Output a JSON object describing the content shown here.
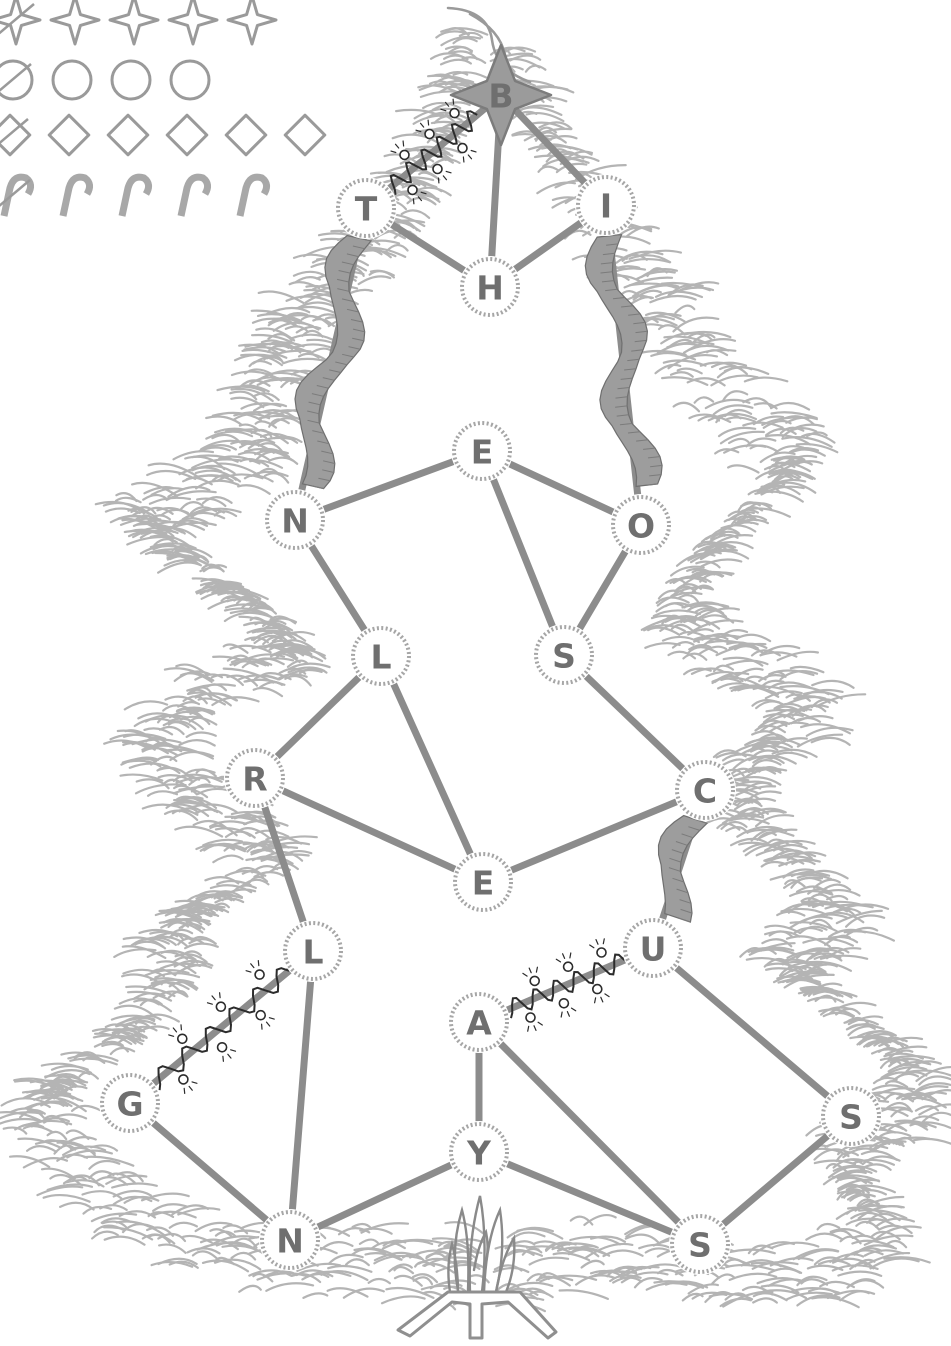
{
  "puzzle": {
    "nodes": [
      {
        "id": "B",
        "letter": "B"
      },
      {
        "id": "T",
        "letter": "T"
      },
      {
        "id": "I",
        "letter": "I"
      },
      {
        "id": "H",
        "letter": "H"
      },
      {
        "id": "E1",
        "letter": "E"
      },
      {
        "id": "N1",
        "letter": "N"
      },
      {
        "id": "O",
        "letter": "O"
      },
      {
        "id": "L1",
        "letter": "L"
      },
      {
        "id": "S1",
        "letter": "S"
      },
      {
        "id": "R",
        "letter": "R"
      },
      {
        "id": "C",
        "letter": "C"
      },
      {
        "id": "E2",
        "letter": "E"
      },
      {
        "id": "L2",
        "letter": "L"
      },
      {
        "id": "U",
        "letter": "U"
      },
      {
        "id": "A",
        "letter": "A"
      },
      {
        "id": "G",
        "letter": "G"
      },
      {
        "id": "S2",
        "letter": "S"
      },
      {
        "id": "Y",
        "letter": "Y"
      },
      {
        "id": "N2",
        "letter": "N"
      },
      {
        "id": "S3",
        "letter": "S"
      }
    ],
    "edges": [
      [
        "B",
        "T"
      ],
      [
        "B",
        "H"
      ],
      [
        "B",
        "I"
      ],
      [
        "T",
        "H"
      ],
      [
        "H",
        "I"
      ],
      [
        "T",
        "N1"
      ],
      [
        "I",
        "O"
      ],
      [
        "N1",
        "E1"
      ],
      [
        "E1",
        "O"
      ],
      [
        "E1",
        "S1"
      ],
      [
        "O",
        "S1"
      ],
      [
        "N1",
        "L1"
      ],
      [
        "L1",
        "R"
      ],
      [
        "L1",
        "E2"
      ],
      [
        "S1",
        "C"
      ],
      [
        "C",
        "E2"
      ],
      [
        "R",
        "E2"
      ],
      [
        "R",
        "L2"
      ],
      [
        "C",
        "U"
      ],
      [
        "L2",
        "G"
      ],
      [
        "L2",
        "N2"
      ],
      [
        "U",
        "A"
      ],
      [
        "U",
        "S2"
      ],
      [
        "A",
        "Y"
      ],
      [
        "A",
        "S3"
      ],
      [
        "G",
        "N2"
      ],
      [
        "N2",
        "Y"
      ],
      [
        "Y",
        "S3"
      ],
      [
        "S3",
        "S2"
      ]
    ],
    "decorated_edges": {
      "tinsel": [
        [
          "T",
          "N1"
        ],
        [
          "I",
          "O"
        ],
        [
          "C",
          "U"
        ]
      ],
      "lights": [
        [
          "B",
          "T"
        ],
        [
          "L2",
          "G"
        ],
        [
          "U",
          "A"
        ]
      ]
    }
  },
  "legend": {
    "stars": {
      "icon": "star-icon",
      "total": 5,
      "crossed": 1
    },
    "baubles": {
      "icon": "bauble-icon",
      "total": 4,
      "crossed": 1
    },
    "gifts": {
      "icon": "gift-icon",
      "total": 6,
      "crossed": 1
    },
    "candy_canes": {
      "icon": "candy-cane-icon",
      "total": 5,
      "crossed": 1
    }
  },
  "colors": {
    "edge": "#8c8c8c",
    "node_ring": "#a6a6a6",
    "letter": "#6f6f6f",
    "fur": "#b4b4b4",
    "lights": "#2c2c2c"
  }
}
